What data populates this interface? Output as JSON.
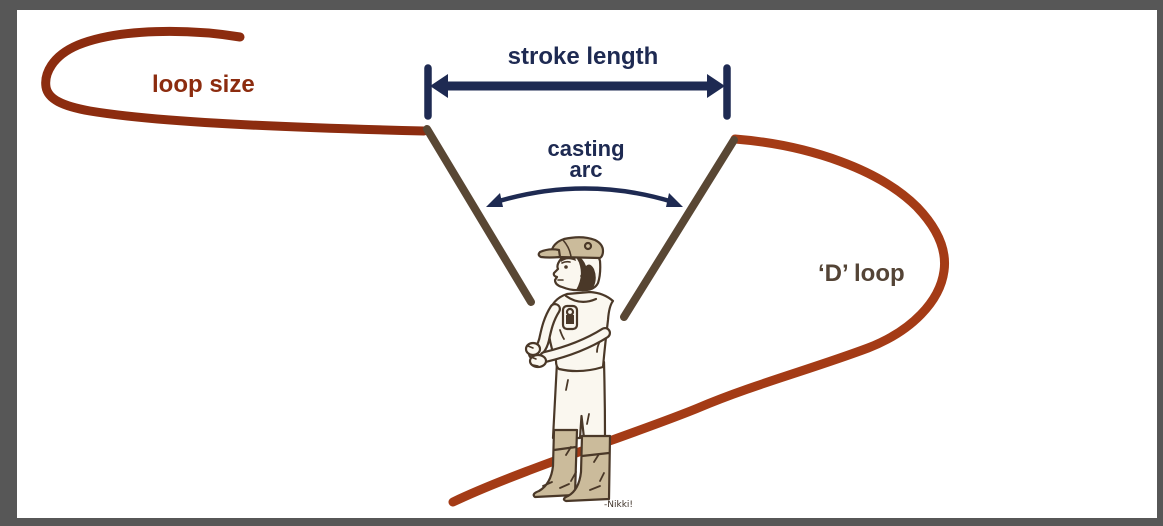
{
  "title": "Fly casting diagram: stroke length, casting arc, loop size and 'D' loop",
  "labels": {
    "loop_size": "loop size",
    "stroke_length": "stroke length",
    "casting_arc_line1": "casting",
    "casting_arc_line2": "arc",
    "d_loop": "‘D’ loop",
    "signature": "-Nikki!"
  },
  "colors": {
    "frame_border": "#575757",
    "canvas_bg": "#ffffff",
    "navy": "#1e2a52",
    "loop_line_red": "#8c2c0f",
    "d_loop_red": "#a43b16",
    "rod_brown": "#594734",
    "d_loop_label_brown": "#544436",
    "figure_outline": "#4a3828",
    "figure_tan": "#cbbb9b",
    "figure_cream": "#faf7ef",
    "signature_brown": "#3f332a"
  }
}
